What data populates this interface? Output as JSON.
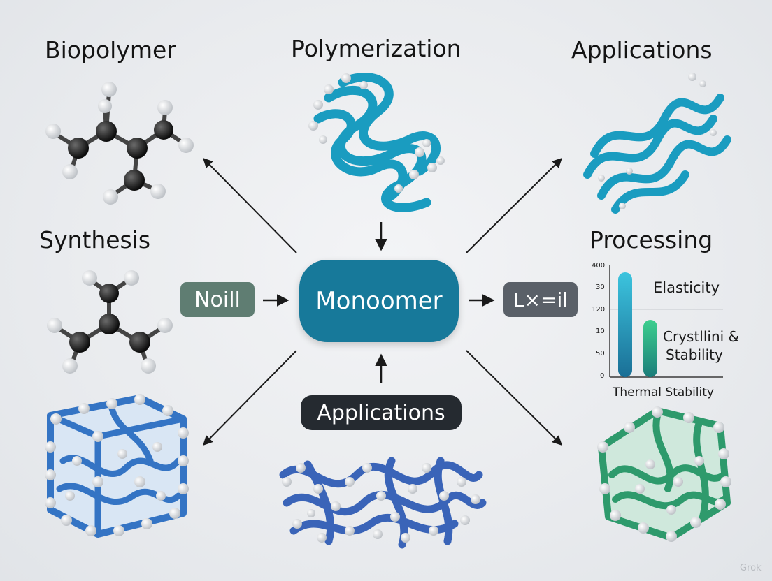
{
  "headings": {
    "biopolymer": "Biopolymer",
    "polymerization": "Polymerization",
    "applications_top": "Applications",
    "synthesis": "Synthesis",
    "processing": "Processing"
  },
  "center": {
    "label": "Monoomer",
    "color": "#17799a"
  },
  "left_pill": {
    "label": "Noill",
    "color": "#5f7d72"
  },
  "right_pill": {
    "label": "L×=il",
    "color": "#5a6068"
  },
  "bottom_pill": {
    "label": "Applications",
    "color": "#252a30"
  },
  "chart": {
    "ticks": [
      "400",
      "30",
      "120",
      "10",
      "50",
      "0"
    ],
    "bar1_label": "Elasticity",
    "bar2_label_line1": "Crystllini &",
    "bar2_label_line2": "Stability",
    "caption": "Thermal Stability"
  },
  "colors": {
    "teal": "#1a9cc0",
    "blue": "#3474c4",
    "green": "#2e9a6c",
    "atom_dark": "#1b1b1b",
    "atom_light": "#f2f2f2"
  },
  "icons": [
    "molecule-icon",
    "helix-icon",
    "cube-network-icon",
    "arrow-icon"
  ],
  "watermark": "Grok"
}
